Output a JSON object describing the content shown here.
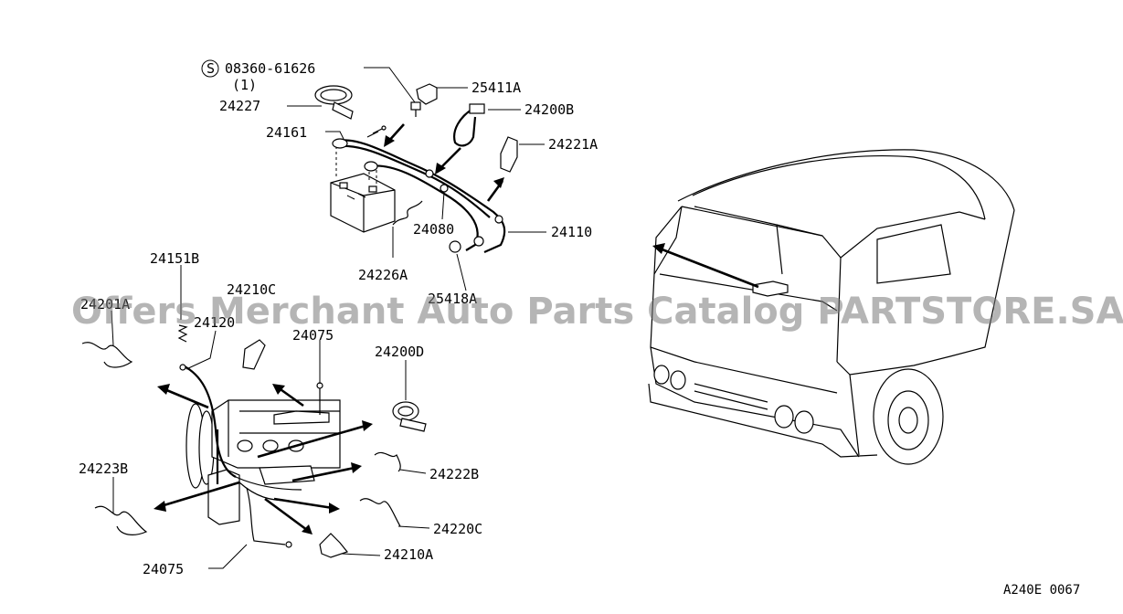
{
  "labels": {
    "bolt_part": "08360-61626",
    "bolt_qty": "(1)",
    "bolt_marker": "S",
    "p25411A": "25411A",
    "p24227": "24227",
    "p24200B": "24200B",
    "p24161": "24161",
    "p24221A": "24221A",
    "p24080": "24080",
    "p24110": "24110",
    "p24226A": "24226A",
    "p25418A": "25418A",
    "p24151B": "24151B",
    "p24210C": "24210C",
    "p24201A": "24201A",
    "p24120": "24120",
    "p24075a": "24075",
    "p24200D": "24200D",
    "p24222B": "24222B",
    "p24223B": "24223B",
    "p24220C": "24220C",
    "p24075b": "24075",
    "p24210A": "24210A"
  },
  "watermark": "Offers Merchant Auto Parts Catalog PARTSTORE.SA",
  "figure_code": "A240E 0067"
}
